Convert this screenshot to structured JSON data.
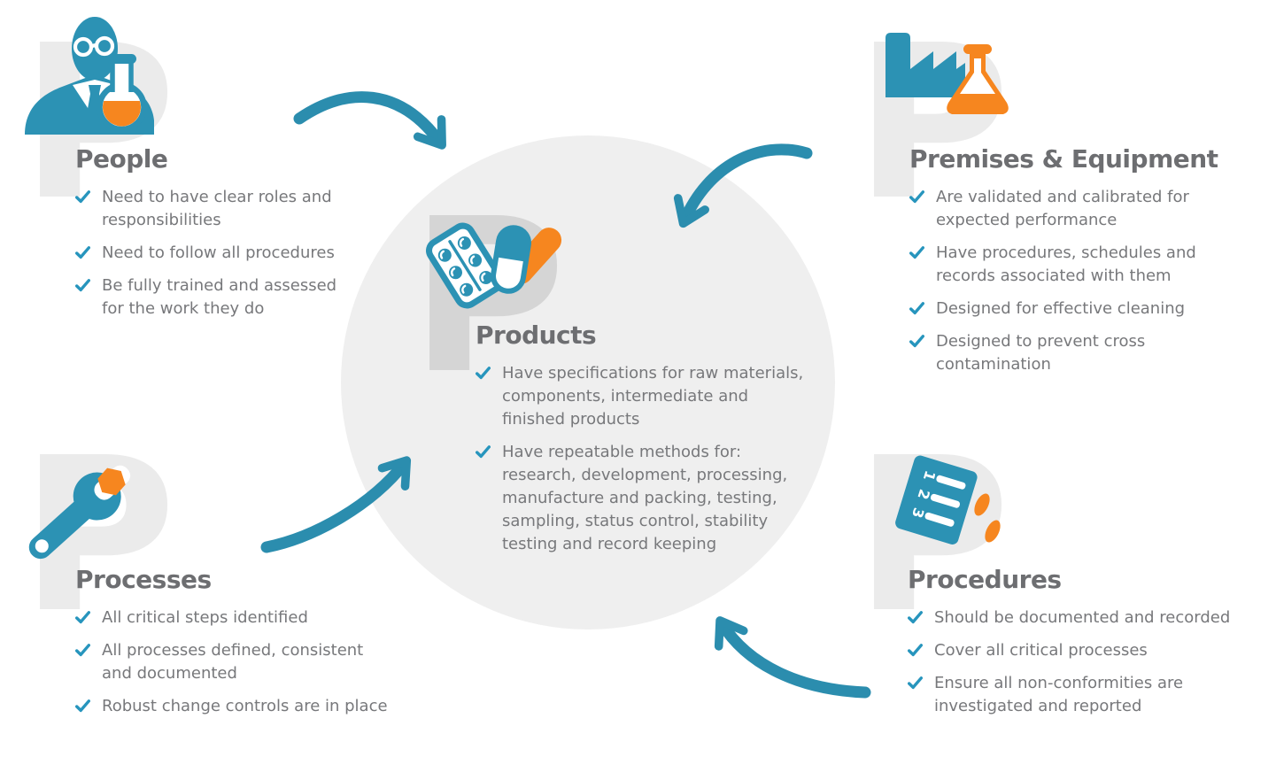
{
  "palette": {
    "teal": "#2C92B4",
    "teal-arrow": "#2B8DAE",
    "check": "#2795BD",
    "orange": "#F6861F",
    "heading": "#6D6E71",
    "body": "#77787B",
    "circle": "#EFEFEF",
    "p-outer": "#EBEBEB",
    "p-center": "#D5D5D5",
    "bg": "#FFFFFF"
  },
  "sections": {
    "people": {
      "letter": "P",
      "title": "People",
      "icon": "scientist-with-flask",
      "items": [
        "Need to have clear roles and\nresponsibilities",
        "Need to follow all procedures",
        "Be fully trained and assessed\nfor the work they do"
      ]
    },
    "premises": {
      "letter": "P",
      "title": "Premises & Equipment",
      "icon": "factory-with-flask",
      "items": [
        "Are validated and calibrated for\nexpected performance",
        "Have procedures, schedules and\nrecords associated with them",
        "Designed for effective cleaning",
        "Designed to prevent cross\ncontamination"
      ]
    },
    "products": {
      "letter": "P",
      "title": "Products",
      "icon": "blister-pack-and-capsules",
      "items": [
        "Have specifications for raw materials,\ncomponents, intermediate and\nfinished products",
        "Have repeatable methods for:\nresearch, development, processing,\nmanufacture and packing, testing,\nsampling, status control, stability\ntesting and record keeping"
      ]
    },
    "processes": {
      "letter": "P",
      "title": "Processes",
      "icon": "wrench-with-nut",
      "items": [
        "All critical steps identified",
        "All processes defined, consistent\nand documented",
        "Robust change controls are in place"
      ]
    },
    "procedures": {
      "letter": "P",
      "title": "Procedures",
      "icon": "numbered-checklist-document",
      "items": [
        "Should be documented and recorded",
        "Cover all critical processes",
        "Ensure all non-conformities are\ninvestigated and reported"
      ]
    }
  }
}
